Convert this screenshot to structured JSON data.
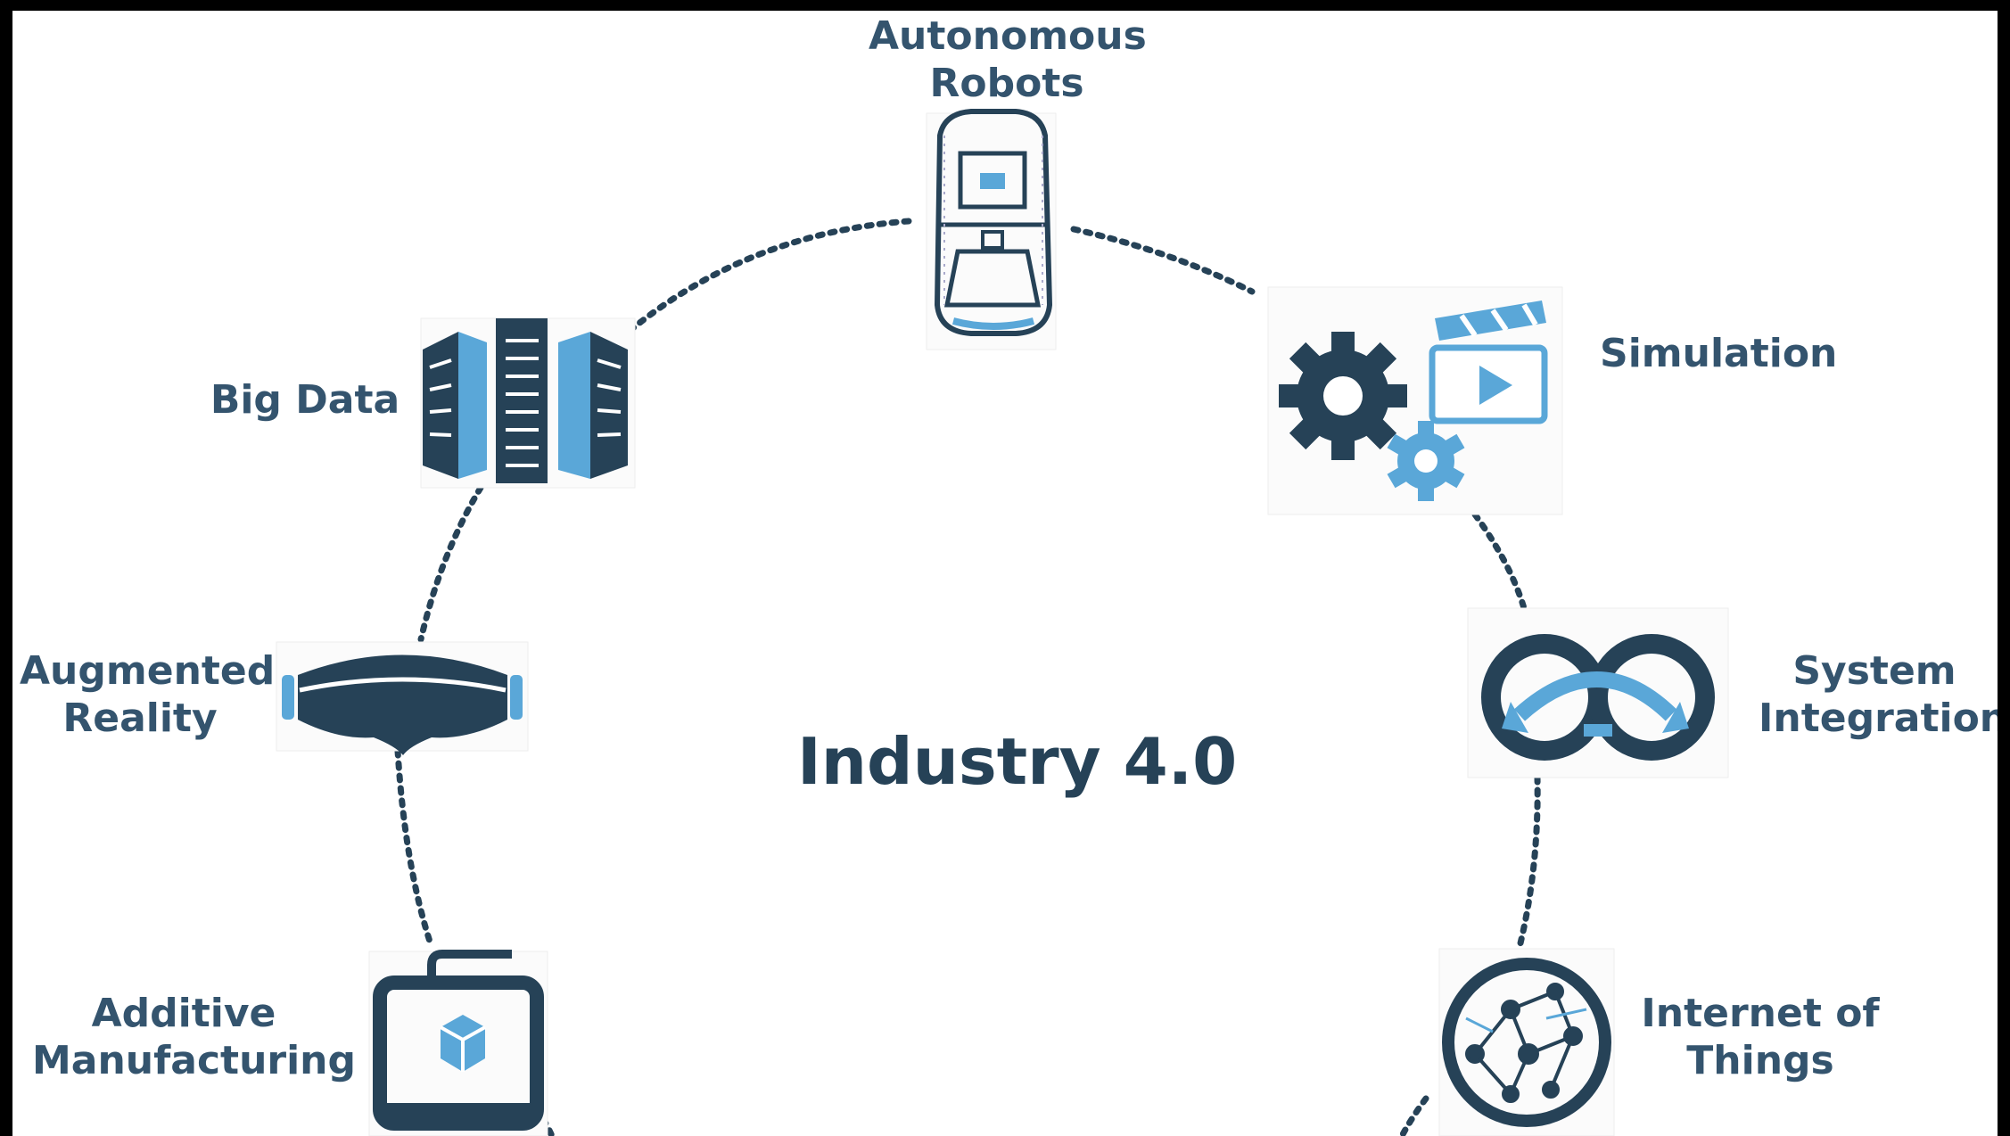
{
  "diagram": {
    "center_title": "Industry 4.0",
    "nodes": [
      {
        "id": "autonomous-robots",
        "label_lines": [
          "Autonomous",
          "Robots"
        ],
        "icon": "autonomous-robot-vehicle-icon"
      },
      {
        "id": "simulation",
        "label_lines": [
          "Simulation"
        ],
        "icon": "gears-and-clapperboard-icon"
      },
      {
        "id": "system-integration",
        "label_lines": [
          "System",
          "Integration"
        ],
        "icon": "linked-rings-icon"
      },
      {
        "id": "internet-of-things",
        "label_lines": [
          "Internet of",
          "Things"
        ],
        "icon": "network-globe-icon"
      },
      {
        "id": "additive-manufacturing",
        "label_lines": [
          "Additive",
          "Manufacturing"
        ],
        "icon": "3d-printer-icon"
      },
      {
        "id": "augmented-reality",
        "label_lines": [
          "Augmented",
          "Reality"
        ],
        "icon": "vr-headset-icon"
      },
      {
        "id": "big-data",
        "label_lines": [
          "Big Data"
        ],
        "icon": "server-racks-icon"
      }
    ],
    "colors": {
      "dark_blue": "#264257",
      "light_blue": "#5aa7d8",
      "label_blue": "#34546e",
      "border": "#000000"
    }
  }
}
